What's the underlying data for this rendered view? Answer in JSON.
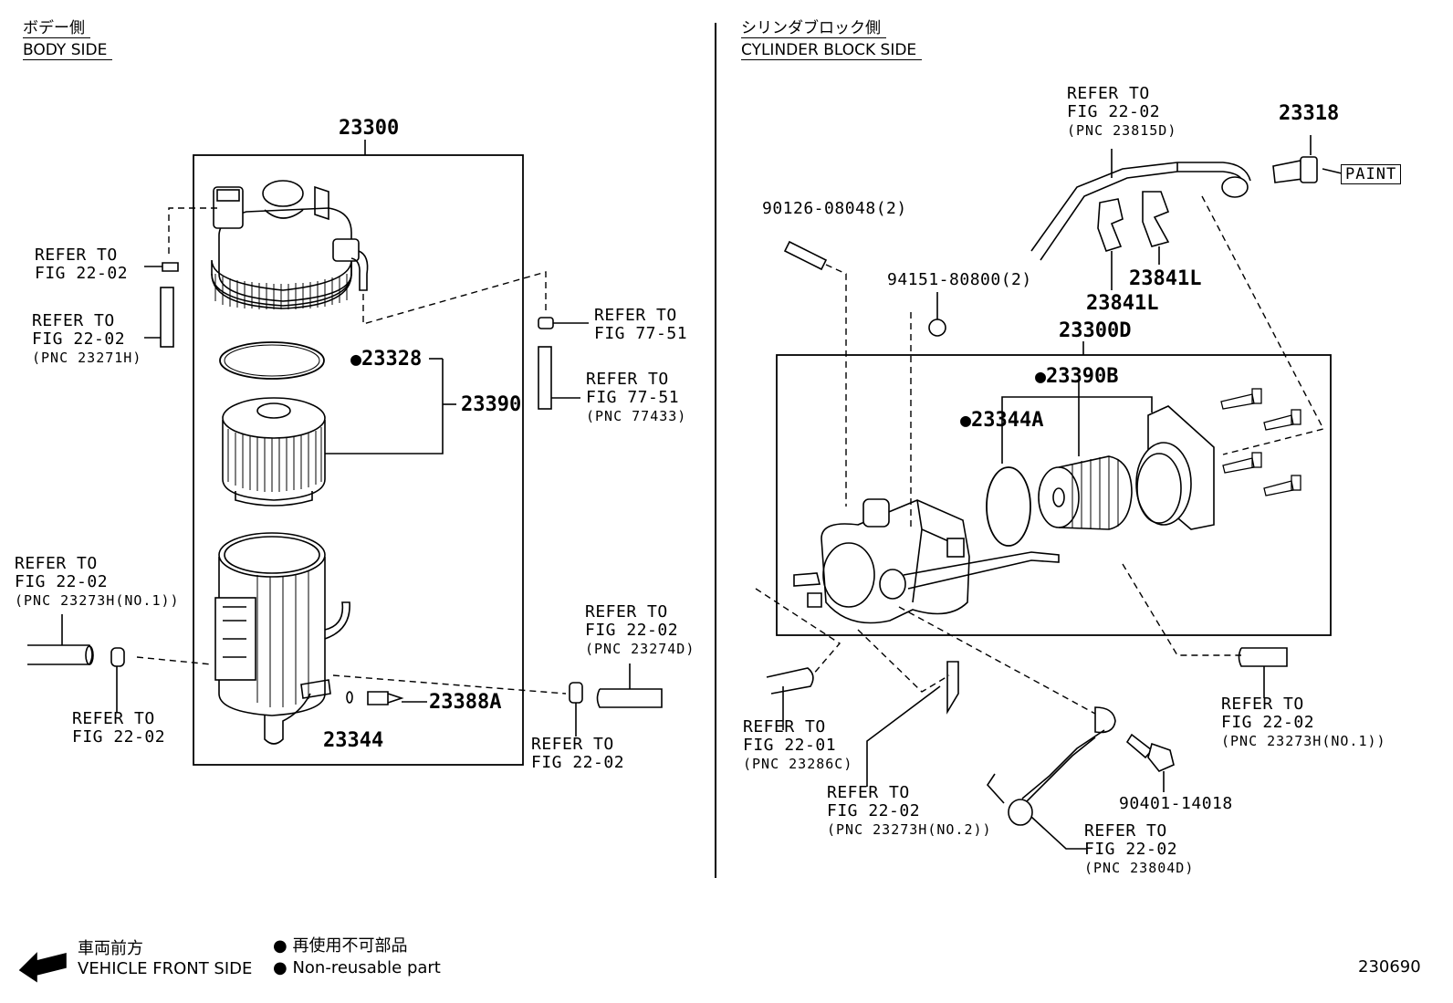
{
  "headers": {
    "left_jp": "ボデー側",
    "left_en": "BODY SIDE",
    "right_jp": "シリンダブロック側",
    "right_en": "CYLINDER BLOCK SIDE"
  },
  "parts": {
    "p23300": "23300",
    "p23328": "23328",
    "p23390": "23390",
    "p23344": "23344",
    "p23388A": "23388A",
    "p23318": "23318",
    "p23841L_a": "23841L",
    "p23841L_b": "23841L",
    "p23300D": "23300D",
    "p23390B": "23390B",
    "p23344A": "23344A",
    "p90126": "90126-08048(2)",
    "p94151": "94151-80800(2)",
    "p90401": "90401-14018",
    "paint": "PAINT"
  },
  "refs": {
    "r1": {
      "l1": "REFER TO",
      "l2": "FIG 22-02"
    },
    "r2": {
      "l1": "REFER TO",
      "l2": "FIG 22-02",
      "l3": "(PNC 23271H)"
    },
    "r3": {
      "l1": "REFER TO",
      "l2": "FIG 77-51"
    },
    "r4": {
      "l1": "REFER TO",
      "l2": "FIG 77-51",
      "l3": "(PNC 77433)"
    },
    "r5": {
      "l1": "REFER TO",
      "l2": "FIG 22-02",
      "l3": "(PNC 23273H(NO.1))"
    },
    "r6": {
      "l1": "REFER TO",
      "l2": "FIG 22-02"
    },
    "r7": {
      "l1": "REFER TO",
      "l2": "FIG 22-02",
      "l3": "(PNC 23274D)"
    },
    "r8": {
      "l1": "REFER TO",
      "l2": "FIG 22-02"
    },
    "r9": {
      "l1": "REFER TO",
      "l2": "FIG 22-02",
      "l3": "(PNC 23815D)"
    },
    "r10": {
      "l1": "REFER TO",
      "l2": "FIG 22-01",
      "l3": "(PNC 23286C)"
    },
    "r11": {
      "l1": "REFER TO",
      "l2": "FIG 22-02",
      "l3": "(PNC 23273H(NO.2))"
    },
    "r12": {
      "l1": "REFER TO",
      "l2": "FIG 22-02",
      "l3": "(PNC 23804D)"
    },
    "r13": {
      "l1": "REFER TO",
      "l2": "FIG 22-02",
      "l3": "(PNC 23273H(NO.1))"
    }
  },
  "legend": {
    "front_jp": "車両前方",
    "front_en": "VEHICLE FRONT SIDE",
    "nonreuse_jp": "再使用不可部品",
    "nonreuse_en": "Non-reusable part",
    "dot": "●"
  },
  "figure_id": "230690"
}
